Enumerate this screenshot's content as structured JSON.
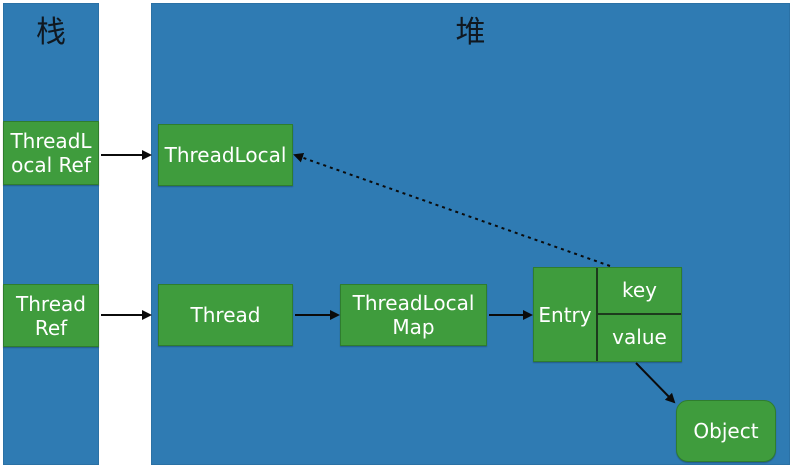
{
  "stack": {
    "title": "栈"
  },
  "heap": {
    "title": "堆"
  },
  "boxes": {
    "threadlocal_ref": "ThreadL\nocal Ref",
    "thread_ref": "Thread\nRef",
    "threadlocal": "ThreadLocal",
    "thread": "Thread",
    "threadlocal_map": "ThreadLocal\nMap",
    "entry": "Entry",
    "key": "key",
    "value": "value",
    "object": "Object"
  },
  "colors": {
    "panel": "#2f7bb3",
    "box": "#3f9c3d",
    "line": "#0b0b0b"
  }
}
